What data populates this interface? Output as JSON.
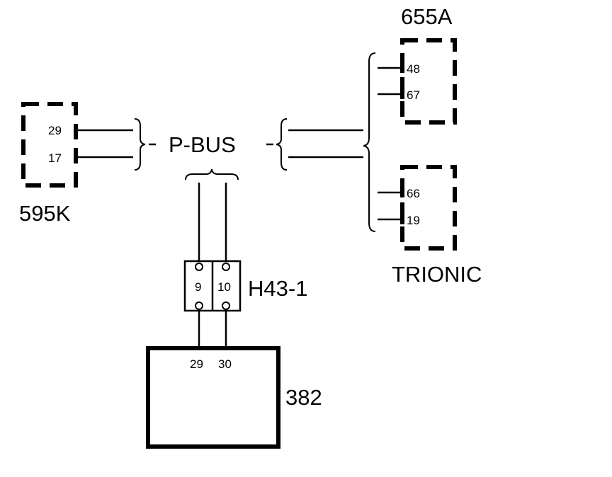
{
  "bus_label": "P-BUS",
  "modules": {
    "m595k": {
      "name": "595K",
      "pins": [
        "29",
        "17"
      ]
    },
    "m655a": {
      "name": "655A",
      "pins": [
        "48",
        "67"
      ]
    },
    "trionic": {
      "name": "TRIONIC",
      "pins": [
        "66",
        "19"
      ]
    },
    "m382": {
      "name": "382",
      "pins": [
        "29",
        "30"
      ]
    }
  },
  "connector": {
    "name": "H43-1",
    "pins": [
      "9",
      "10"
    ]
  }
}
